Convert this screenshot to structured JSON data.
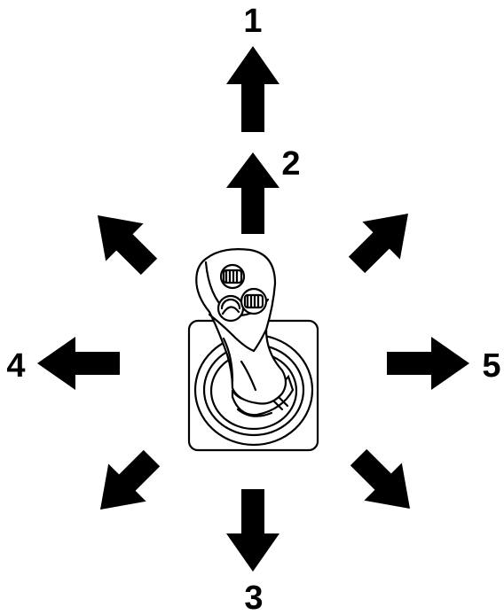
{
  "labels": {
    "up_far": "1",
    "up_near": "2",
    "down": "3",
    "left": "4",
    "right": "5"
  },
  "colors": {
    "ink": "#000000",
    "background": "#ffffff"
  },
  "icons": [
    "joystick-icon",
    "arrow-icon"
  ]
}
